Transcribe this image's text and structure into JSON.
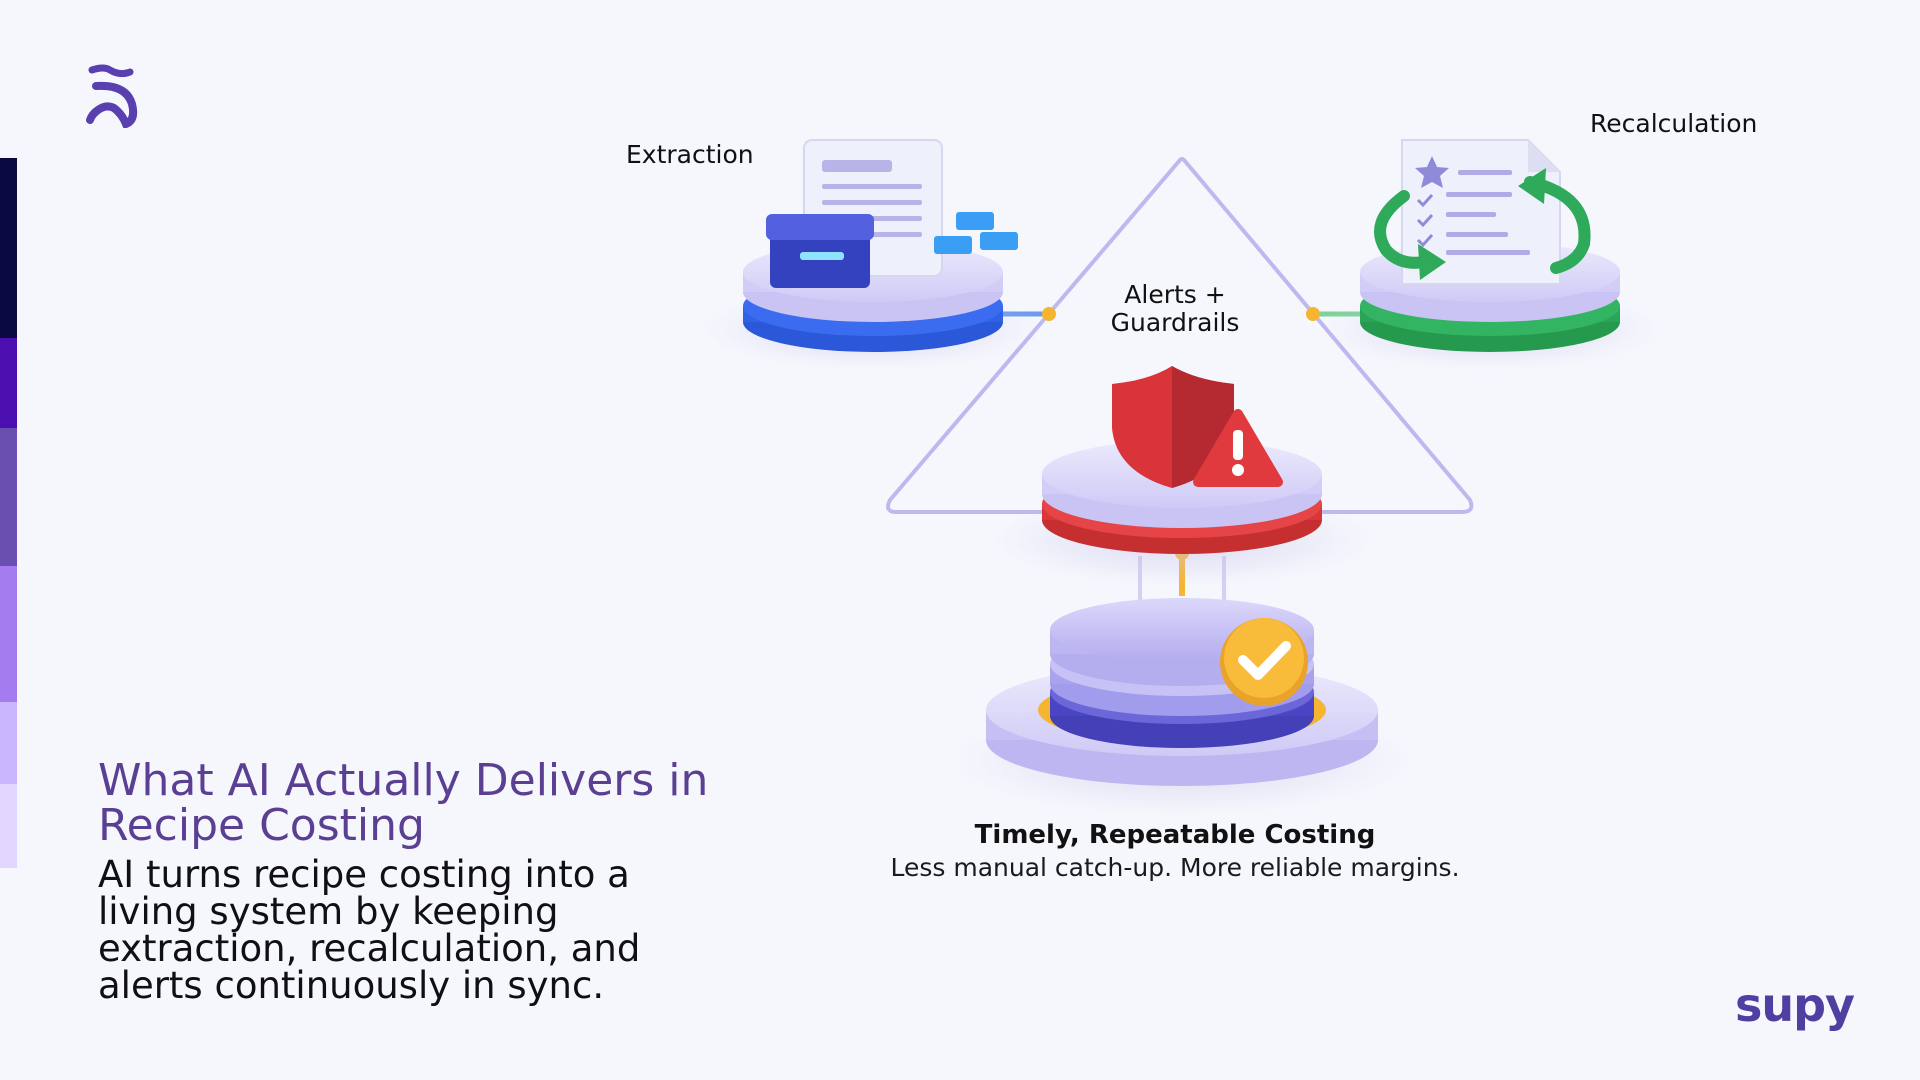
{
  "slide": {
    "title": "What AI Actually Delivers in Recipe Costing",
    "body": "AI turns recipe costing into a living system by keeping extraction, recalculation, and alerts continuously in sync.",
    "brand": "supy"
  },
  "diagram": {
    "nodes": {
      "extraction": "Extraction",
      "recalculation": "Recalculation",
      "alerts": "Alerts + Guardrails"
    },
    "center": {
      "title": "Timely, Repeatable Costing",
      "subtitle": "Less manual catch-up. More reliable margins."
    }
  },
  "colors": {
    "title": "#5a3f92",
    "extraction_accent": "#2f5fe0",
    "recalculation_accent": "#2faa5a",
    "alerts_accent": "#e03a3a",
    "output_accent": "#f5b531",
    "triangle": "#b9b5ee",
    "stripes": [
      "#0a0940",
      "#4b0fb0",
      "#6a4fb0",
      "#a57cf0",
      "#c9b6ff",
      "#e0d6ff"
    ]
  },
  "icons": {
    "logo": "s-logo-mark",
    "extraction": "document-box-icon",
    "recalculation": "refresh-checklist-icon",
    "alerts": "shield-warning-icon",
    "output": "database-check-icon"
  }
}
